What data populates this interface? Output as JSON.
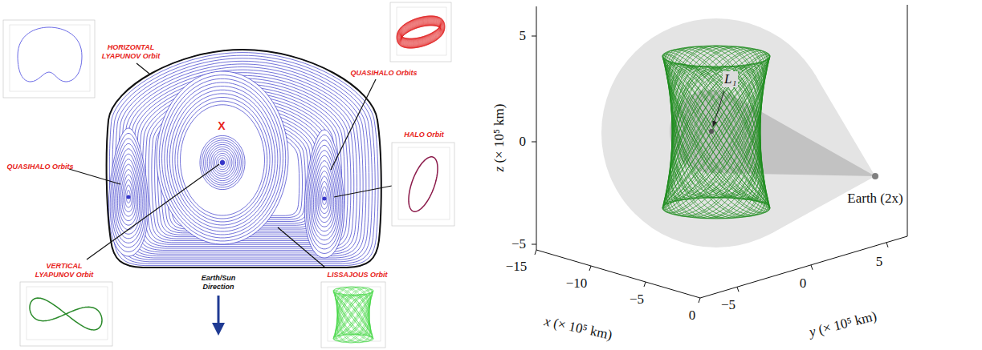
{
  "diagram": {
    "labels": [
      "HORIZONTAL LYAPUNOV Orbit",
      "QUASIHALO Orbits",
      "X",
      "QUASIHALO Orbits",
      "HALO Orbit",
      "VERTICAL LYAPUNOV Orbit",
      "LISSAJOUS Orbit",
      "Earth/Sun Direction",
      "5",
      "0",
      "−5",
      "z (× 10⁵ km)",
      "L₁",
      "Earth (2x)",
      "−15",
      "−10",
      "−5",
      "0",
      "x (× 10⁵ km)",
      "−5",
      "0",
      "5",
      "y (× 10⁵ km)"
    ]
  }
}
